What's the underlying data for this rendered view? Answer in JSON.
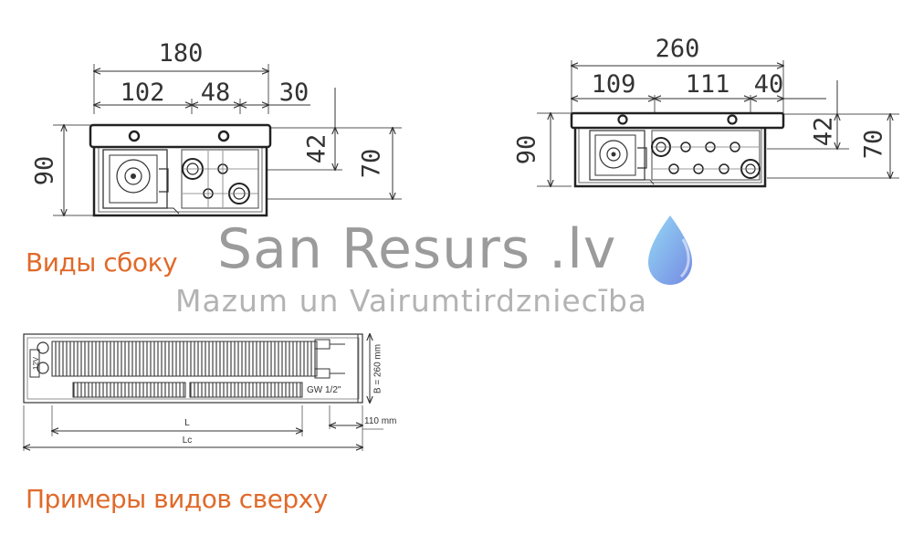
{
  "diagram_1": {
    "total": "180",
    "seg_a": "102",
    "seg_b": "48",
    "seg_c": "30",
    "height": "90",
    "inner_h1": "42",
    "inner_h2": "70"
  },
  "diagram_2": {
    "total": "260",
    "seg_a": "109",
    "seg_b": "111",
    "seg_c": "40",
    "height": "90",
    "inner_h1": "42",
    "inner_h2": "70"
  },
  "top_view": {
    "voltage": "12V",
    "connection": "GW 1/2\"",
    "width_label": "B = 260 mm",
    "length_label": "L",
    "overall_length_label": "Lc",
    "end_label": "110 mm"
  },
  "headings": {
    "side_views": "Виды сбоку",
    "top_views": "Примеры видов сверху"
  },
  "watermark": {
    "title": "San Resurs .lv",
    "subtitle": "Mazum un Vairumtirdzniecība"
  },
  "colors": {
    "heading": "#e06a2a",
    "line": "#333333",
    "watermark": "#8a8a8a",
    "drop_light": "#7ec8ef",
    "drop_dark": "#6f8fe0"
  }
}
